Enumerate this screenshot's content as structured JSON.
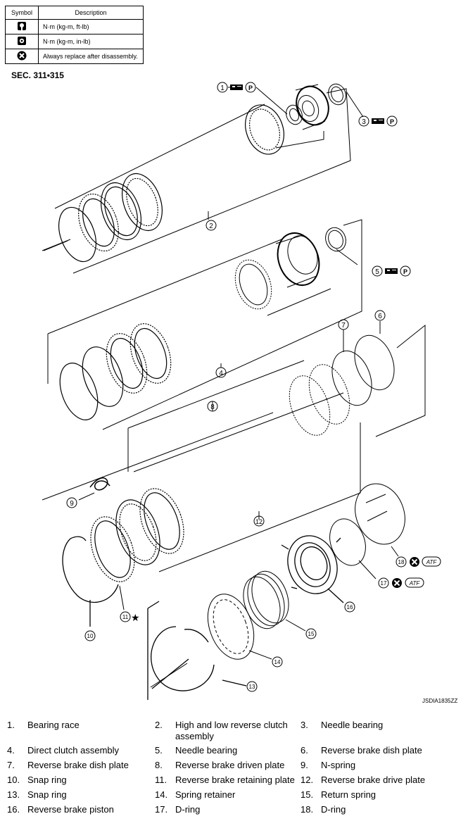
{
  "legend": {
    "header_symbol": "Symbol",
    "header_description": "Description",
    "rows": [
      {
        "icon": "torque-wrench-icon",
        "description": "N·m (kg-m, ft-lb)"
      },
      {
        "icon": "torque-wrench-small-icon",
        "description": "N·m (kg-m, in-lb)"
      },
      {
        "icon": "replace-x-icon",
        "description": "Always replace after disassembly."
      }
    ]
  },
  "section_label": "SEC. 311•315",
  "figure_code": "JSDIA1835ZZ",
  "callouts": {
    "c1": "1",
    "c2": "2",
    "c3": "3",
    "c4": "4",
    "c5": "5",
    "c6": "6",
    "c7": "7",
    "c8": "8",
    "c9": "9",
    "c10": "10",
    "c11": "11",
    "c12": "12",
    "c13": "13",
    "c14": "14",
    "c15": "15",
    "c16": "16",
    "c17": "17",
    "c18": "18"
  },
  "markers": {
    "petroleum_jelly": "P",
    "atf": "ATF",
    "star": "★"
  },
  "parts": [
    {
      "num": "1.",
      "name": "Bearing race"
    },
    {
      "num": "2.",
      "name": "High and low reverse clutch assembly"
    },
    {
      "num": "3.",
      "name": "Needle bearing"
    },
    {
      "num": "4.",
      "name": "Direct clutch assembly"
    },
    {
      "num": "5.",
      "name": "Needle bearing"
    },
    {
      "num": "6.",
      "name": "Reverse brake dish plate"
    },
    {
      "num": "7.",
      "name": "Reverse brake dish plate"
    },
    {
      "num": "8.",
      "name": "Reverse brake driven plate"
    },
    {
      "num": "9.",
      "name": "N-spring"
    },
    {
      "num": "10.",
      "name": "Snap ring"
    },
    {
      "num": "11.",
      "name": "Reverse brake retaining plate"
    },
    {
      "num": "12.",
      "name": "Reverse brake drive plate"
    },
    {
      "num": "13.",
      "name": "Snap ring"
    },
    {
      "num": "14.",
      "name": "Spring retainer"
    },
    {
      "num": "15.",
      "name": "Return spring"
    },
    {
      "num": "16.",
      "name": "Reverse brake piston"
    },
    {
      "num": "17.",
      "name": "D-ring"
    },
    {
      "num": "18.",
      "name": "D-ring"
    }
  ]
}
